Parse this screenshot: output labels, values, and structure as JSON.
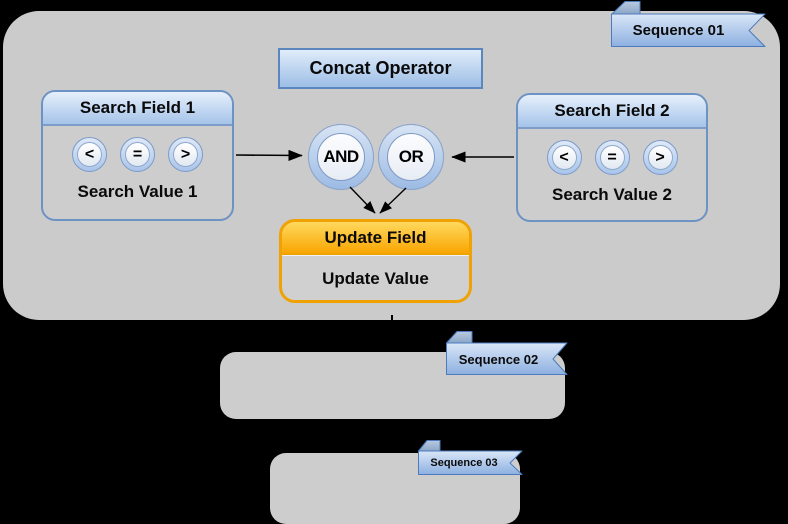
{
  "page": {
    "background": "#000000"
  },
  "diagram": {
    "concat_operator_label": "Concat Operator",
    "search_field_1": {
      "title": "Search Field 1",
      "operators": [
        "<",
        "=",
        ">"
      ],
      "value": "Search Value 1"
    },
    "search_field_2": {
      "title": "Search Field 2",
      "operators": [
        "<",
        "=",
        ">"
      ],
      "value": "Search Value 2"
    },
    "logic": {
      "and": "AND",
      "or": "OR"
    },
    "update": {
      "field_label": "Update Field",
      "value_label": "Update Value"
    },
    "sequence_banners": [
      {
        "label": "Sequence 01"
      },
      {
        "label": "Sequence 02"
      },
      {
        "label": "Sequence 03"
      }
    ],
    "colors": {
      "canvas_background": "#000000",
      "panel_gray": "#cbcbcb",
      "blue_box_border": "#5c87be",
      "blue_fill_top": "#e0ecfa",
      "blue_fill_bottom": "#9dbee6",
      "ribbon_border": "#4c7abc",
      "ribbon_fill_top": "#d7e4f6",
      "ribbon_fill_bottom": "#8db0e0",
      "orange_border": "#f0a202",
      "orange_fill_top": "#ffd95e",
      "orange_fill_bottom": "#f9a602"
    }
  }
}
